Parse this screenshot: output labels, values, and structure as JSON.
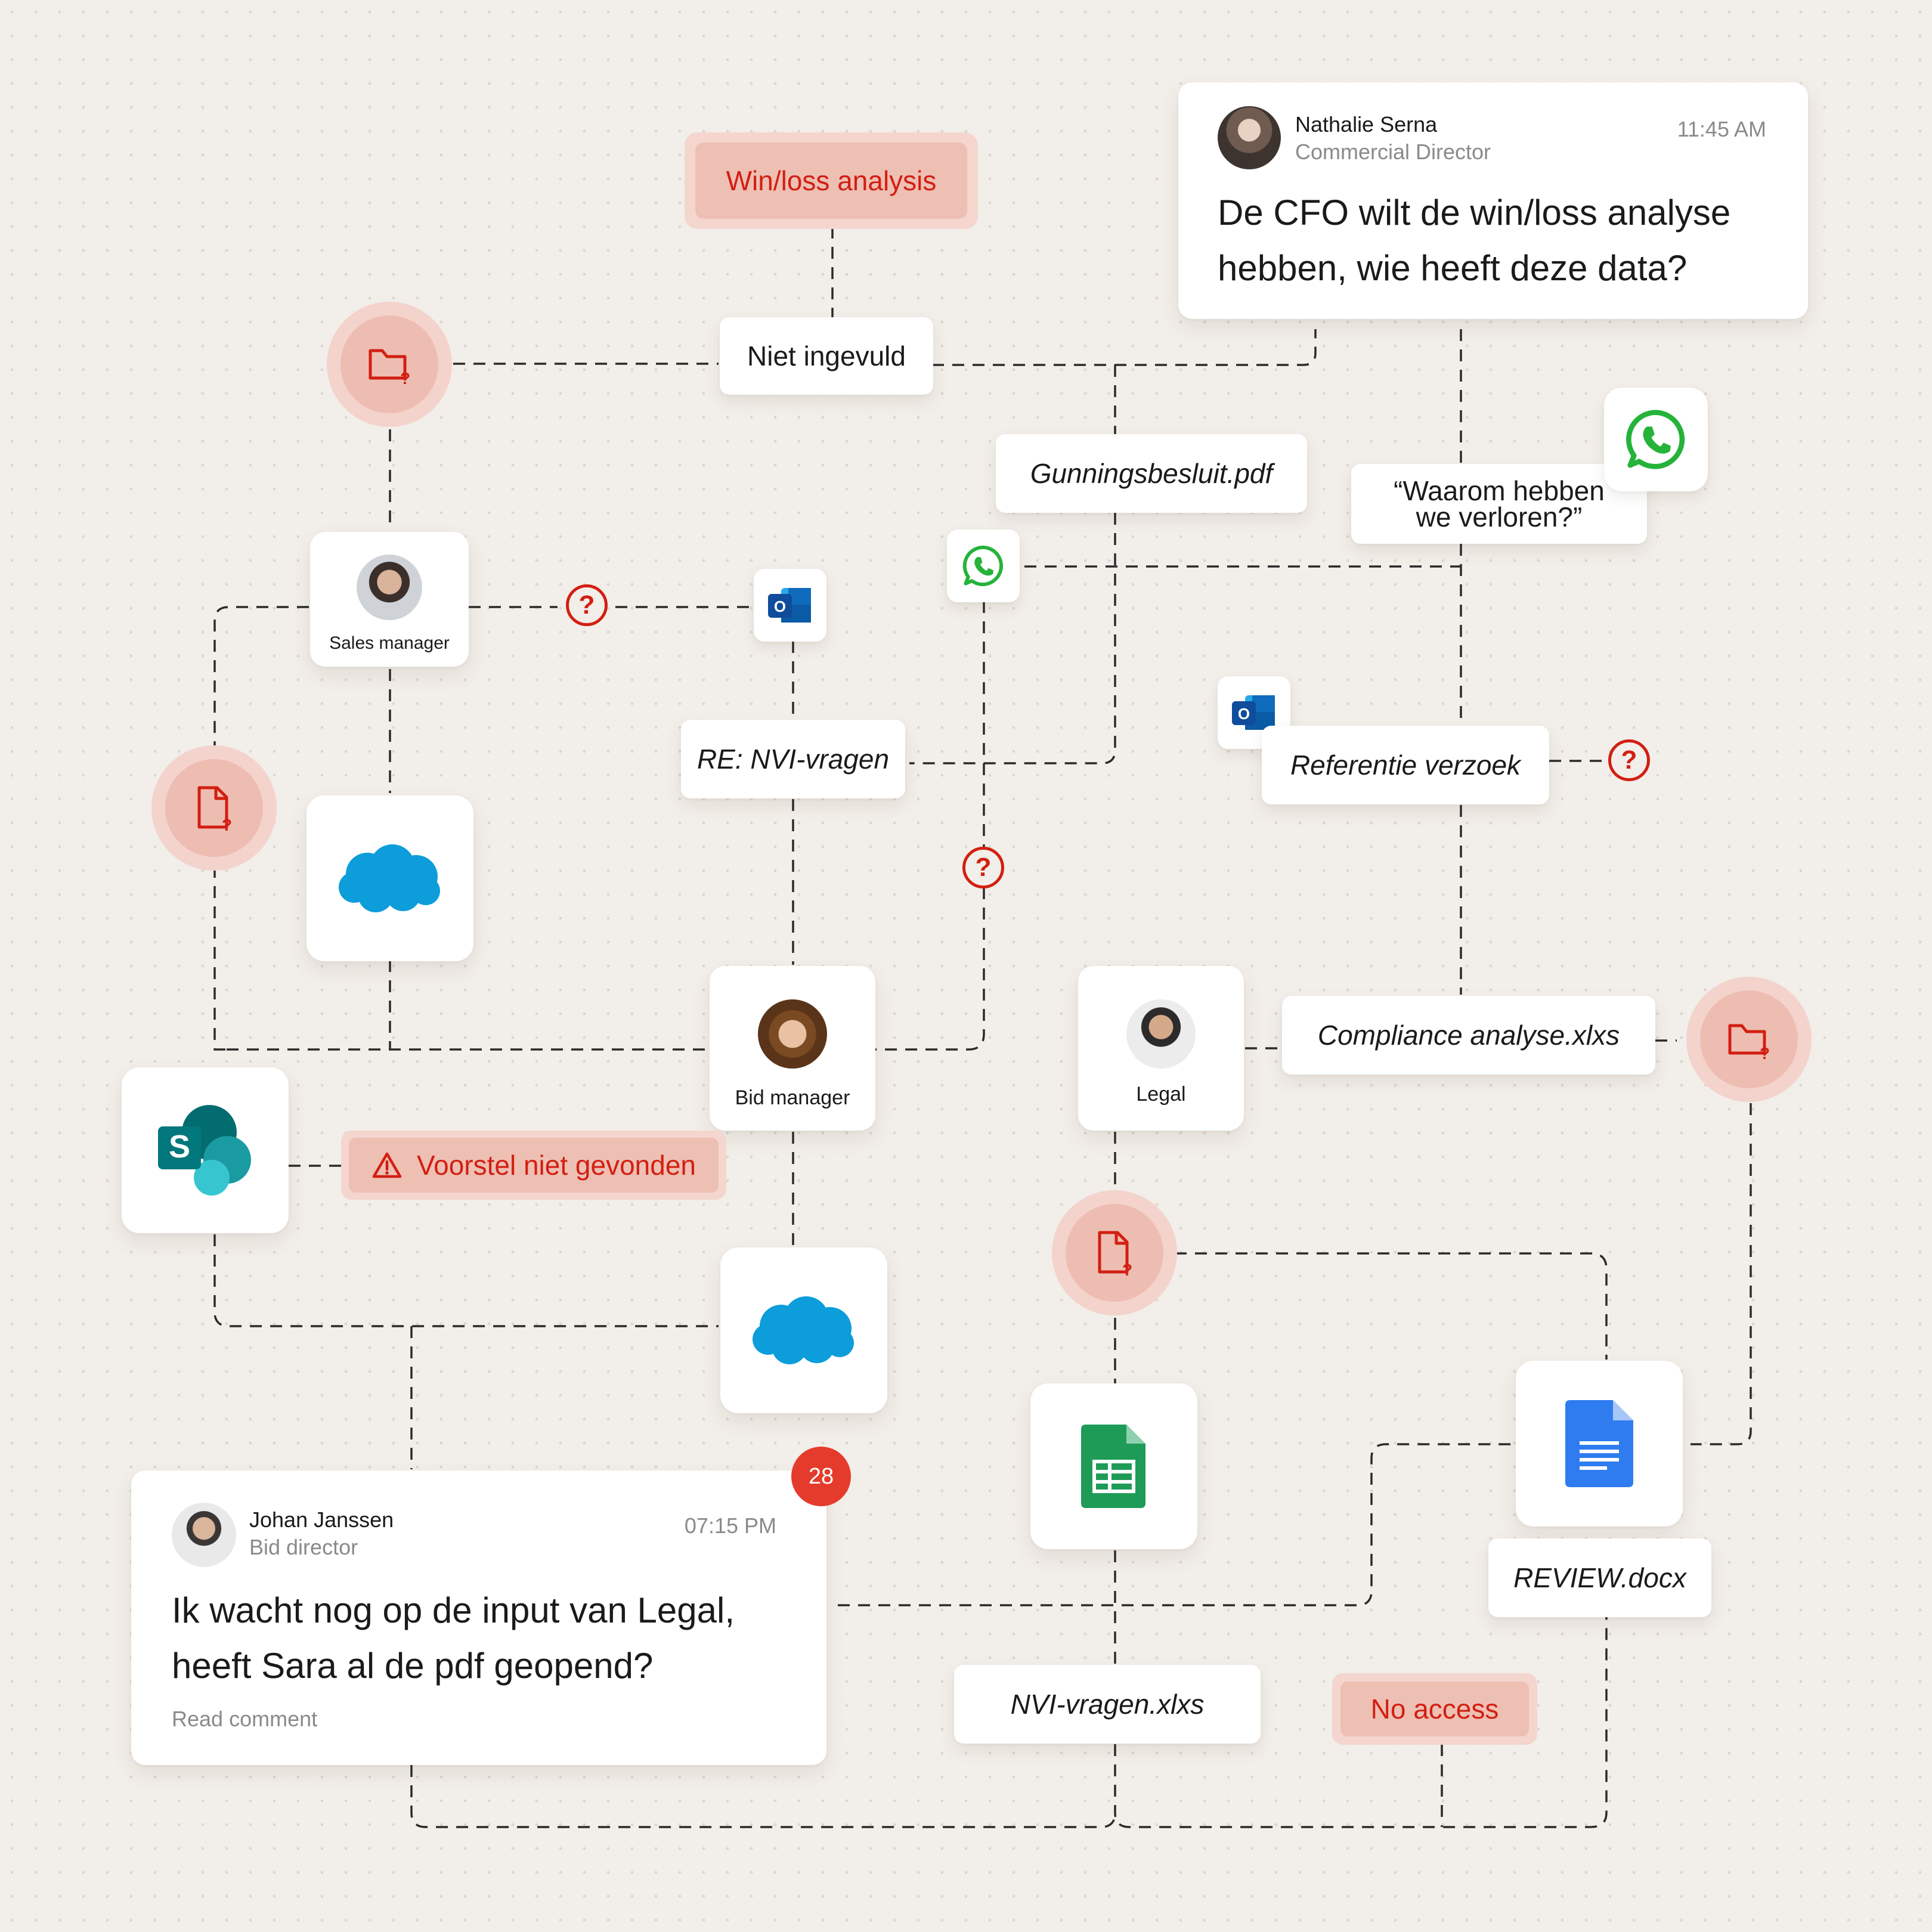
{
  "message_top": {
    "name": "Nathalie Serna",
    "role": "Commercial Director",
    "time": "11:45 AM",
    "body_line1": "De CFO wilt de win/loss analyse",
    "body_line2": "hebben, wie heeft deze data?"
  },
  "message_bottom": {
    "name": "Johan Janssen",
    "role": "Bid director",
    "time": "07:15 PM",
    "body_line1": "Ik wacht nog op de input van Legal,",
    "body_line2": "heeft Sara al de pdf geopend?",
    "link": "Read comment",
    "badge": "28"
  },
  "tags": {
    "win_loss": "Win/loss analysis",
    "voorstel": "Voorstel niet gevonden",
    "no_access": "No access"
  },
  "chips": {
    "niet_ingevuld": "Niet ingevuld",
    "gunningsbesluit": "Gunningsbesluit.pdf",
    "waarom_line1": "“Waarom hebben",
    "waarom_line2": "we verloren?”",
    "re_nvi": "RE: NVI-vragen",
    "referentie": "Referentie verzoek",
    "compliance": "Compliance analyse.xlxs",
    "review": "REVIEW.docx",
    "nvi_xlxs": "NVI-vragen.xlxs"
  },
  "people": {
    "sales": "Sales manager",
    "bid": "Bid manager",
    "legal": "Legal"
  },
  "colors": {
    "background": "#f2eee9",
    "alert_red": "#d21f12",
    "tag_fill": "#eebfb3",
    "salesforce_blue": "#0d9ddb",
    "whatsapp_green": "#25b33a",
    "outlook_blue": "#0f6cbd",
    "sharepoint_teal": "#037c8c",
    "sheets_green": "#1e9b57",
    "docs_blue": "#2f7cf0"
  },
  "icons": [
    "folder-question-icon",
    "file-question-icon",
    "question-icon",
    "warning-icon",
    "whatsapp-icon",
    "outlook-icon",
    "salesforce-icon",
    "sharepoint-icon",
    "google-sheets-icon",
    "google-docs-icon"
  ]
}
